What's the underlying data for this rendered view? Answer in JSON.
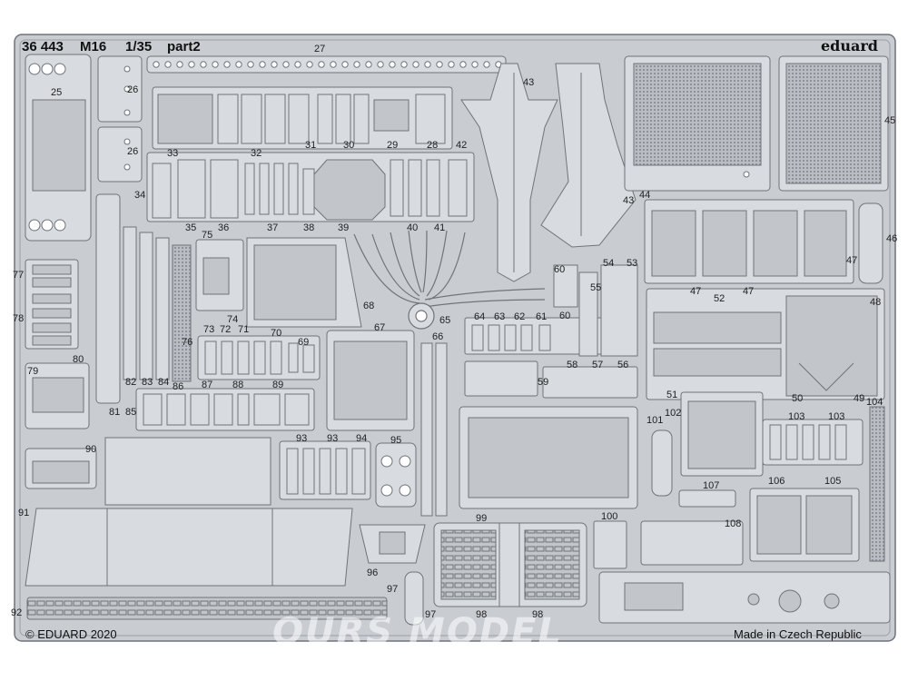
{
  "header": {
    "kit_number": "36 443",
    "model": "M16",
    "scale": "1/35",
    "part": "part2",
    "brand": "eduard"
  },
  "footer": {
    "copyright": "© EDUARD 2020",
    "origin": "Made in Czech Republic"
  },
  "watermark": "OURS MODEL",
  "colors": {
    "fret": "#c9cdd2",
    "outline": "#6f747a",
    "part_shade": "#b6bbc1",
    "part_light": "#d8dbdf"
  },
  "labels": {
    "p25": "25",
    "p26a": "26",
    "p26b": "26",
    "p27": "27",
    "p28": "28",
    "p29": "29",
    "p30": "30",
    "p31": "31",
    "p32": "32",
    "p33": "33",
    "p34": "34",
    "p35": "35",
    "p36": "36",
    "p37": "37",
    "p38": "38",
    "p39": "39",
    "p40": "40",
    "p41": "41",
    "p42": "42",
    "p43a": "43",
    "p43b": "43",
    "p44": "44",
    "p45": "45",
    "p46": "46",
    "p47a": "47",
    "p47b": "47",
    "p47c": "47",
    "p48": "48",
    "p49": "49",
    "p50": "50",
    "p51": "51",
    "p52": "52",
    "p53": "53",
    "p54": "54",
    "p55": "55",
    "p56": "56",
    "p57": "57",
    "p58": "58",
    "p59": "59",
    "p60a": "60",
    "p60b": "60",
    "p61": "61",
    "p62": "62",
    "p63": "63",
    "p64": "64",
    "p65": "65",
    "p66": "66",
    "p67": "67",
    "p68": "68",
    "p69": "69",
    "p70": "70",
    "p71": "71",
    "p72": "72",
    "p73": "73",
    "p74": "74",
    "p75": "75",
    "p76": "76",
    "p77": "77",
    "p78": "78",
    "p79": "79",
    "p80": "80",
    "p81": "81",
    "p82": "82",
    "p83": "83",
    "p84": "84",
    "p85": "85",
    "p86": "86",
    "p87": "87",
    "p88": "88",
    "p89": "89",
    "p90": "90",
    "p91": "91",
    "p92": "92",
    "p93a": "93",
    "p93b": "93",
    "p94": "94",
    "p95": "95",
    "p96": "96",
    "p97a": "97",
    "p97b": "97",
    "p98a": "98",
    "p98b": "98",
    "p99": "99",
    "p100": "100",
    "p101": "101",
    "p102": "102",
    "p103a": "103",
    "p103b": "103",
    "p104": "104",
    "p105": "105",
    "p106": "106",
    "p107": "107",
    "p108": "108"
  }
}
